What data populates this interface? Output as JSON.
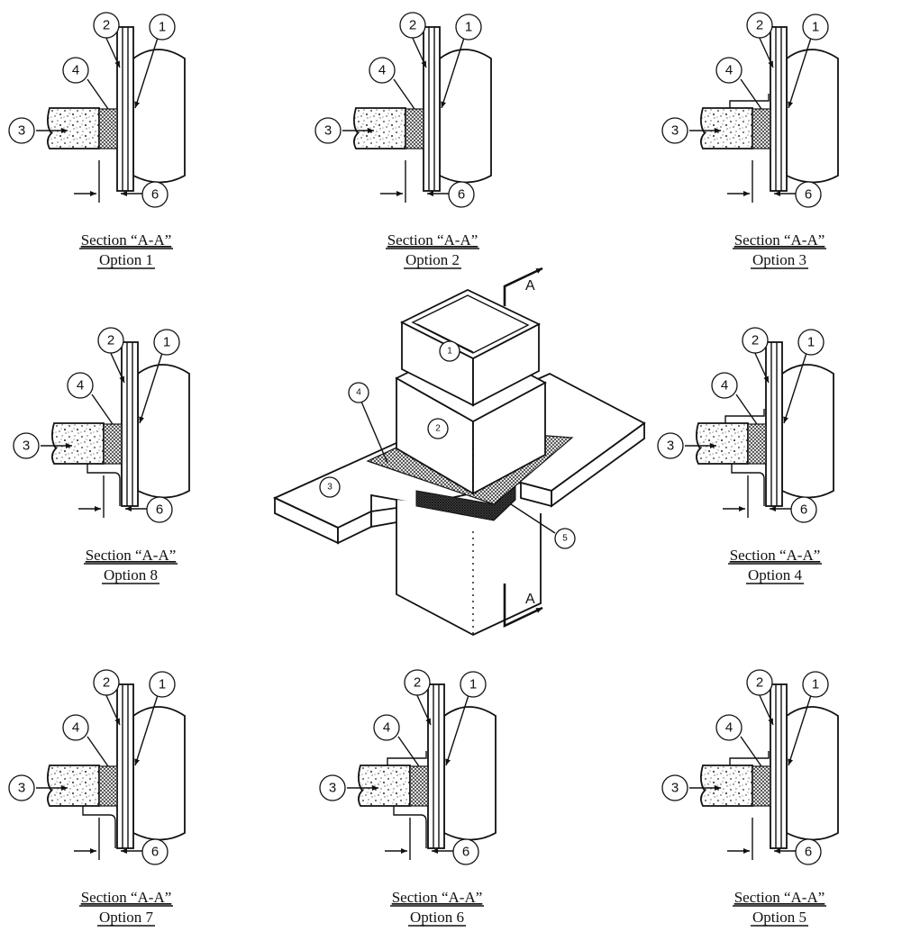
{
  "detail_sections": [
    {
      "title": "Section “A-A”",
      "option": "Option 1",
      "variant": "plain"
    },
    {
      "title": "Section “A-A”",
      "option": "Option 2",
      "variant": "plain"
    },
    {
      "title": "Section “A-A”",
      "option": "Option 3",
      "variant": "top-flange"
    },
    {
      "title": "Section “A-A”",
      "option": "Option 4",
      "variant": "both-flanges"
    },
    {
      "title": "Section “A-A”",
      "option": "Option 5",
      "variant": "top-flange"
    },
    {
      "title": "Section “A-A”",
      "option": "Option 6",
      "variant": "both-flanges"
    },
    {
      "title": "Section “A-A”",
      "option": "Option 7",
      "variant": "bottom-flange"
    },
    {
      "title": "Section “A-A”",
      "option": "Option 8",
      "variant": "bottom-flange"
    }
  ],
  "callout_numbers": [
    "1",
    "2",
    "3",
    "4",
    "5",
    "6"
  ],
  "section_arrow_label": "A",
  "colors": {
    "line": "#111111",
    "background": "#ffffff"
  }
}
